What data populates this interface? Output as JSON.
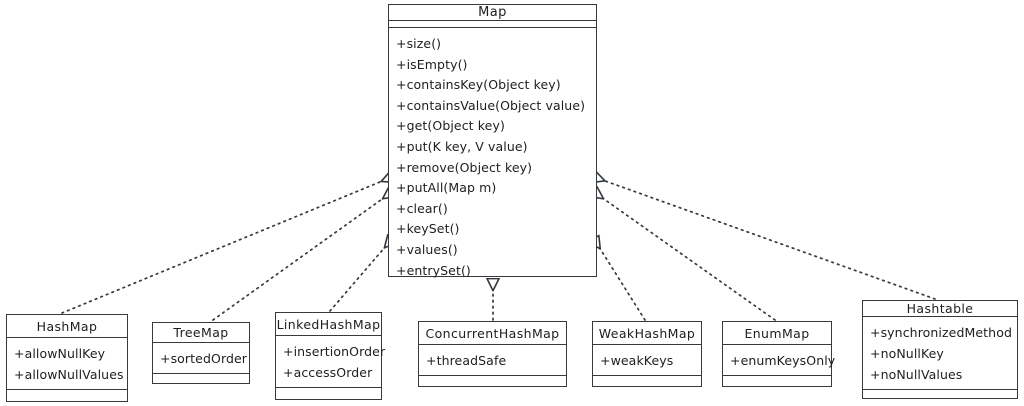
{
  "diagram": {
    "kind": "uml-class-diagram",
    "title": "Java Map interface and implementations",
    "background_color": "#ffffff",
    "stroke_color": "#343a40",
    "text_color": "#1e1e1e",
    "relationship_type": "realization",
    "line_style": "dotted",
    "arrowhead": "hollow-triangle"
  },
  "interface": {
    "name": "Map",
    "attributes": [],
    "operations": [
      "+size()",
      "+isEmpty()",
      "+containsKey(Object key)",
      "+containsValue(Object value)",
      "+get(Object key)",
      "+put(K key, V value)",
      "+remove(Object key)",
      "+putAll(Map m)",
      "+clear()",
      "+keySet()",
      "+values()",
      "+entrySet()"
    ]
  },
  "implementations": [
    {
      "id": "hashmap",
      "name": "HashMap",
      "attributes": [
        "+allowNullKey",
        "+allowNullValues"
      ]
    },
    {
      "id": "treemap",
      "name": "TreeMap",
      "attributes": [
        "+sortedOrder"
      ]
    },
    {
      "id": "linkedhashmap",
      "name": "LinkedHashMap",
      "attributes": [
        "+insertionOrder",
        "+accessOrder"
      ]
    },
    {
      "id": "concurrenthashmap",
      "name": "ConcurrentHashMap",
      "attributes": [
        "+threadSafe"
      ]
    },
    {
      "id": "weakhashmap",
      "name": "WeakHashMap",
      "attributes": [
        "+weakKeys"
      ]
    },
    {
      "id": "enummap",
      "name": "EnumMap",
      "attributes": [
        "+enumKeysOnly"
      ]
    },
    {
      "id": "hashtable",
      "name": "Hashtable",
      "attributes": [
        "+synchronizedMethod",
        "+noNullKey",
        "+noNullValues"
      ]
    }
  ]
}
